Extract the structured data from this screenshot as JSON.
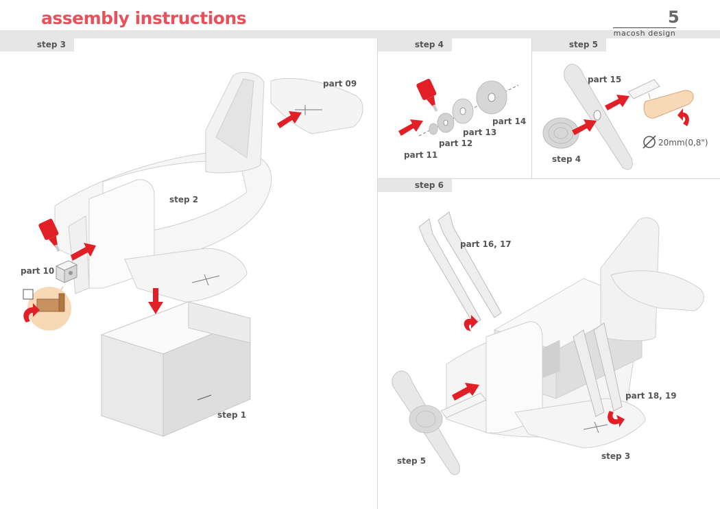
{
  "header": {
    "title": "assembly instructions",
    "page_number": "5",
    "brand": "macosh design"
  },
  "colors": {
    "title": "#e8505b",
    "arrow": "#e01f26",
    "tab": "#e6e6e6",
    "label": "#555555",
    "bracket": "#f7d9b8"
  },
  "steps": {
    "step3": {
      "heading": "step 3",
      "labels": {
        "part09": "part 09",
        "step2": "step 2",
        "part10": "part 10",
        "step1": "step 1"
      }
    },
    "step4": {
      "heading": "step 4",
      "labels": {
        "part14": "part 14",
        "part13": "part 13",
        "part12": "part 12",
        "part11": "part 11"
      }
    },
    "step5": {
      "heading": "step 5",
      "labels": {
        "part15": "part 15",
        "step4": "step 4",
        "diameter": "20mm(0,8\")"
      }
    },
    "step6": {
      "heading": "step 6",
      "labels": {
        "part1617": "part 16, 17",
        "part1819": "part 18, 19",
        "step5": "step 5",
        "step3": "step 3"
      }
    }
  },
  "icons": {
    "glue": "glue-bottle-icon",
    "arrow": "red-arrow-icon",
    "rotate": "rotate-arrow-icon",
    "diameter": "diameter-icon",
    "checkbox": "checkbox-icon"
  }
}
